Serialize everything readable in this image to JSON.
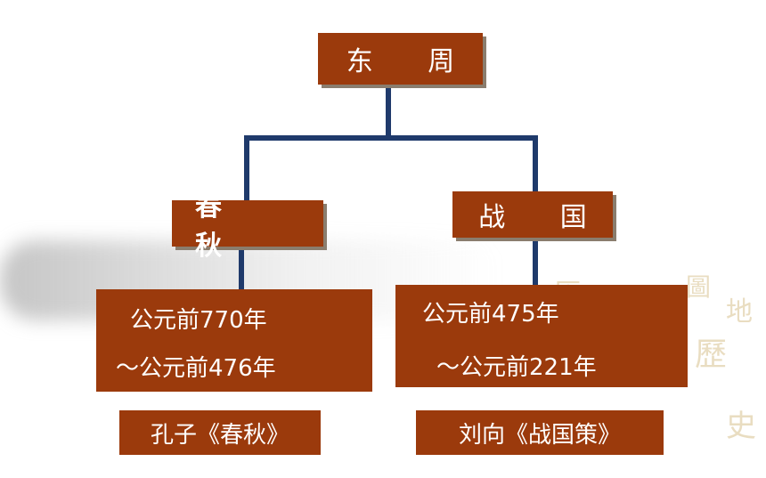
{
  "root": {
    "label": "东 周"
  },
  "children": [
    {
      "label": "春 秋",
      "dates": [
        "公元前770年",
        "～公元前476年"
      ],
      "book": "孔子《春秋》"
    },
    {
      "label": "战 国",
      "dates": [
        "公元前475年",
        "～公元前221年"
      ],
      "book": "刘向《战国策》"
    }
  ],
  "colors": {
    "box": "#9b3a0c",
    "line": "#1f3a6b",
    "text": "#ffffff",
    "watermark": "#e0cfa8"
  },
  "watermark_glyphs": [
    "历",
    "圖",
    "史",
    "地",
    "歷",
    "史"
  ]
}
